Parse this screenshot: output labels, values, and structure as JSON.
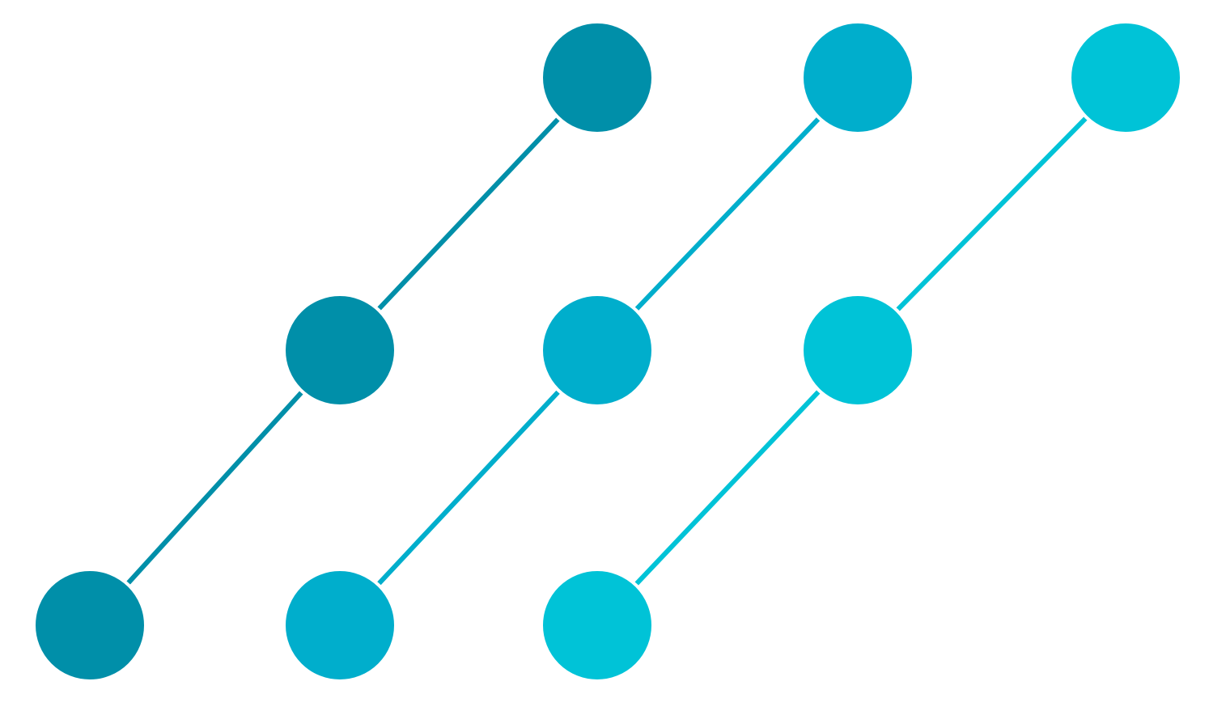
{
  "logo": {
    "icon": "connected-dots-icon",
    "strands": [
      {
        "name": "strand-1",
        "color": "#008FA9"
      },
      {
        "name": "strand-2",
        "color": "#00AECC"
      },
      {
        "name": "strand-3",
        "color": "#00C3D7"
      }
    ]
  }
}
